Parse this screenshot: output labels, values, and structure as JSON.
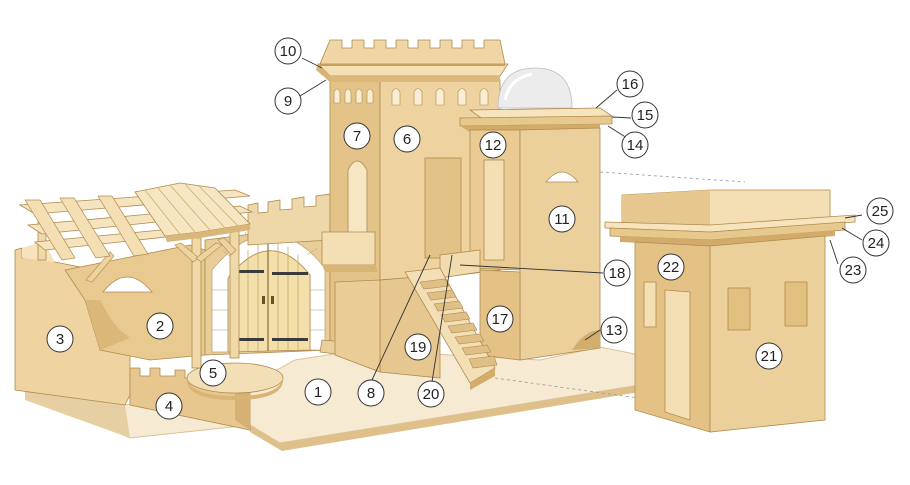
{
  "diagram": {
    "type": "exploded-assembly",
    "subject": "wooden nativity / castle model kit",
    "colors": {
      "wood_light": "#f3dfb6",
      "wood_mid": "#e8c98f",
      "wood_dark": "#d3ad6c",
      "wood_shadow": "#c79f5e",
      "base_floor": "#f6ead3",
      "dome": "#e9e9e9",
      "hinge": "#3b3b3b",
      "stone": "#ffffff",
      "outline": "#b08a4e",
      "callout_stroke": "#333333"
    },
    "callouts": [
      {
        "label": "1"
      },
      {
        "label": "2"
      },
      {
        "label": "3"
      },
      {
        "label": "4"
      },
      {
        "label": "5"
      },
      {
        "label": "6"
      },
      {
        "label": "7"
      },
      {
        "label": "8"
      },
      {
        "label": "9"
      },
      {
        "label": "10"
      },
      {
        "label": "11"
      },
      {
        "label": "12"
      },
      {
        "label": "13"
      },
      {
        "label": "14"
      },
      {
        "label": "15"
      },
      {
        "label": "16"
      },
      {
        "label": "17"
      },
      {
        "label": "18"
      },
      {
        "label": "19"
      },
      {
        "label": "20"
      },
      {
        "label": "21"
      },
      {
        "label": "22"
      },
      {
        "label": "23"
      },
      {
        "label": "24"
      },
      {
        "label": "25"
      }
    ]
  }
}
